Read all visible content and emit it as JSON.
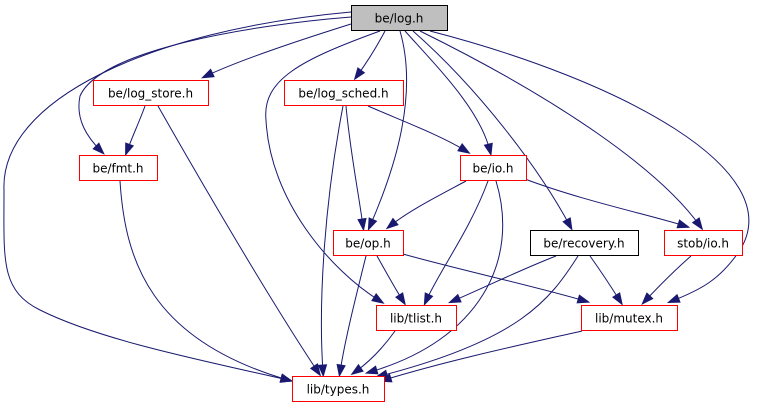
{
  "graph": {
    "nodes": [
      {
        "id": "log",
        "label": "be/log.h",
        "style": "root"
      },
      {
        "id": "log_store",
        "label": "be/log_store.h",
        "style": "red"
      },
      {
        "id": "log_sched",
        "label": "be/log_sched.h",
        "style": "red"
      },
      {
        "id": "fmt",
        "label": "be/fmt.h",
        "style": "red"
      },
      {
        "id": "io",
        "label": "be/io.h",
        "style": "red"
      },
      {
        "id": "op",
        "label": "be/op.h",
        "style": "red"
      },
      {
        "id": "recovery",
        "label": "be/recovery.h",
        "style": "black"
      },
      {
        "id": "stob_io",
        "label": "stob/io.h",
        "style": "red"
      },
      {
        "id": "tlist",
        "label": "lib/tlist.h",
        "style": "red"
      },
      {
        "id": "mutex",
        "label": "lib/mutex.h",
        "style": "red"
      },
      {
        "id": "types",
        "label": "lib/types.h",
        "style": "red"
      }
    ],
    "edges": [
      [
        "log",
        "log_store"
      ],
      [
        "log",
        "log_sched"
      ],
      [
        "log",
        "fmt"
      ],
      [
        "log",
        "io"
      ],
      [
        "log",
        "op"
      ],
      [
        "log",
        "recovery"
      ],
      [
        "log",
        "stob_io"
      ],
      [
        "log",
        "tlist"
      ],
      [
        "log",
        "mutex"
      ],
      [
        "log",
        "types"
      ],
      [
        "log_store",
        "fmt"
      ],
      [
        "log_store",
        "types"
      ],
      [
        "log_sched",
        "io"
      ],
      [
        "log_sched",
        "op"
      ],
      [
        "log_sched",
        "types"
      ],
      [
        "fmt",
        "types"
      ],
      [
        "io",
        "op"
      ],
      [
        "io",
        "stob_io"
      ],
      [
        "io",
        "tlist"
      ],
      [
        "io",
        "types"
      ],
      [
        "op",
        "tlist"
      ],
      [
        "op",
        "mutex"
      ],
      [
        "op",
        "types"
      ],
      [
        "recovery",
        "tlist"
      ],
      [
        "recovery",
        "mutex"
      ],
      [
        "recovery",
        "types"
      ],
      [
        "stob_io",
        "mutex"
      ],
      [
        "tlist",
        "types"
      ],
      [
        "mutex",
        "types"
      ]
    ]
  }
}
